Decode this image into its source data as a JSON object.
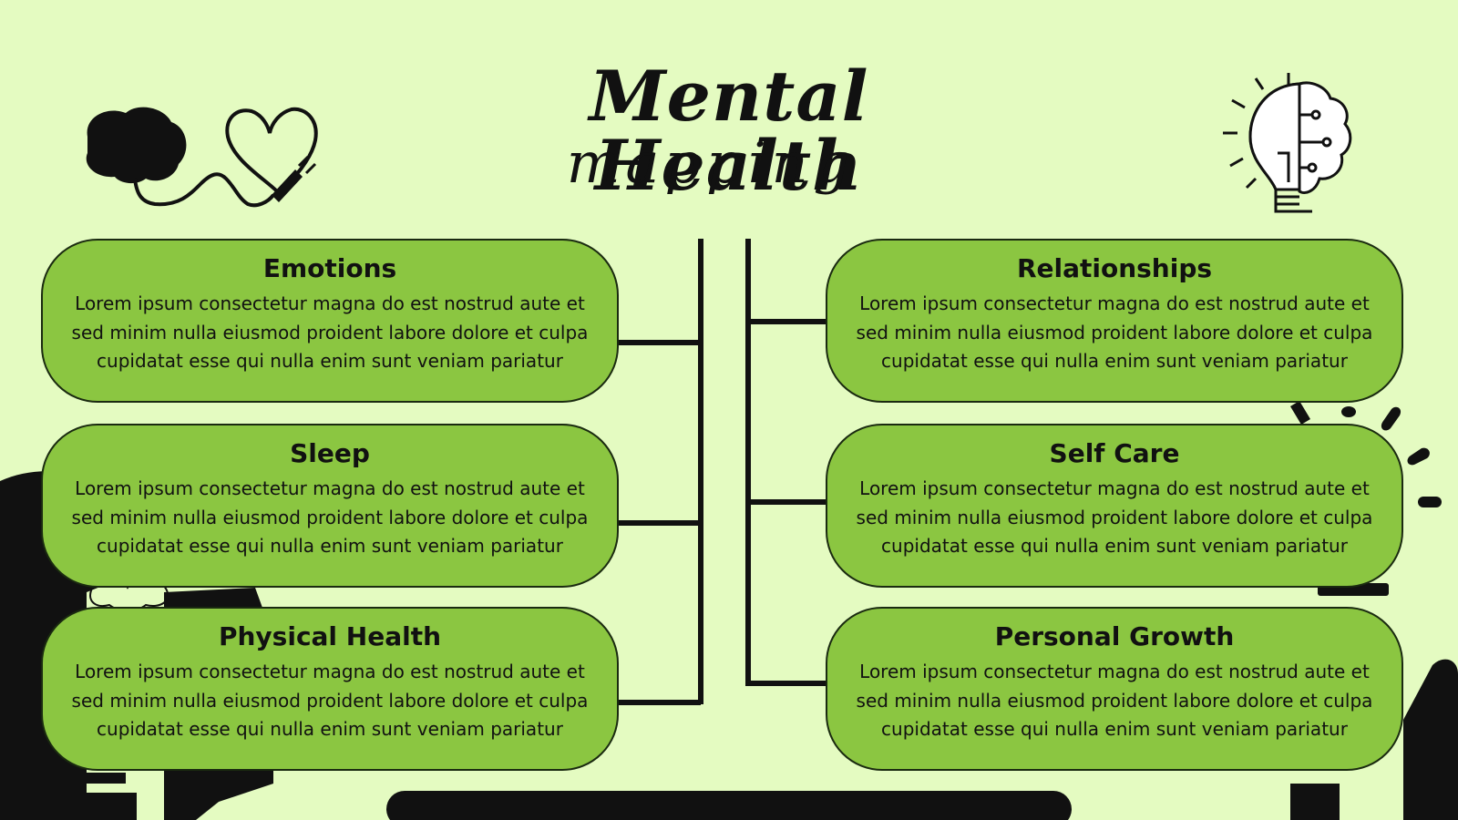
{
  "title": {
    "main": "Mental Health",
    "sub": "mapping"
  },
  "colors": {
    "background": "#e4fbc1",
    "card_fill": "#8bc641",
    "line": "#111111"
  },
  "cards": [
    {
      "title": "Emotions",
      "text": "Lorem ipsum consectetur magna do est nostrud aute et sed minim nulla eiusmod proident labore dolore et culpa cupidatat esse qui nulla enim sunt veniam pariatur"
    },
    {
      "title": "Sleep",
      "text": "Lorem ipsum consectetur magna do est nostrud aute et sed minim nulla eiusmod proident labore dolore et culpa cupidatat esse qui nulla enim sunt veniam pariatur"
    },
    {
      "title": "Physical Health",
      "text": "Lorem ipsum consectetur magna do est nostrud aute et sed minim nulla eiusmod proident labore dolore et culpa cupidatat esse qui nulla enim sunt veniam pariatur"
    },
    {
      "title": "Relationships",
      "text": "Lorem ipsum consectetur magna do est nostrud aute et sed minim nulla eiusmod proident labore dolore et culpa cupidatat esse qui nulla enim sunt veniam pariatur"
    },
    {
      "title": "Self Care",
      "text": "Lorem ipsum consectetur magna do est nostrud aute et sed minim nulla eiusmod proident labore dolore et culpa cupidatat esse qui nulla enim sunt veniam pariatur"
    },
    {
      "title": "Personal Growth",
      "text": "Lorem ipsum consectetur magna do est nostrud aute et sed minim nulla eiusmod proident labore dolore et culpa cupidatat esse qui nulla enim sunt veniam pariatur"
    }
  ],
  "icons": {
    "top_left": "brain-heart-plug-icon",
    "top_right": "lightbulb-brain-icon",
    "bottom_left": "head-silhouette-icon",
    "bottom_right": "person-silhouette-icon"
  }
}
